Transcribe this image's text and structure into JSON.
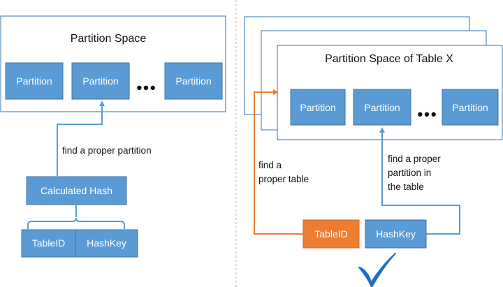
{
  "colors": {
    "box_fill": "#5b9bd5",
    "box_stroke": "#41719c",
    "frame_stroke": "#2e75b6",
    "connector": "#5b9bd5",
    "orange": "#ed7d31",
    "divider": "#b0b0b0",
    "check": "#1f6fc5"
  },
  "left": {
    "space_title": "Partition Space",
    "partitions": [
      "Partition",
      "Partition",
      "Partition"
    ],
    "ellipsis": "•••",
    "arrow_label": "find a proper partition",
    "hash_box": "Calculated Hash",
    "key_parts": [
      "TableID",
      "HashKey"
    ]
  },
  "right": {
    "space_title": "Partition Space of Table X",
    "partitions": [
      "Partition",
      "Partition",
      "Partition"
    ],
    "ellipsis": "•••",
    "table_label_lines": [
      "find a",
      "proper table"
    ],
    "partition_label_lines": [
      "find a  proper",
      "partition in",
      "the table"
    ],
    "key_parts": [
      "TableID",
      "HashKey"
    ],
    "check_icon": "checkmark-icon"
  }
}
